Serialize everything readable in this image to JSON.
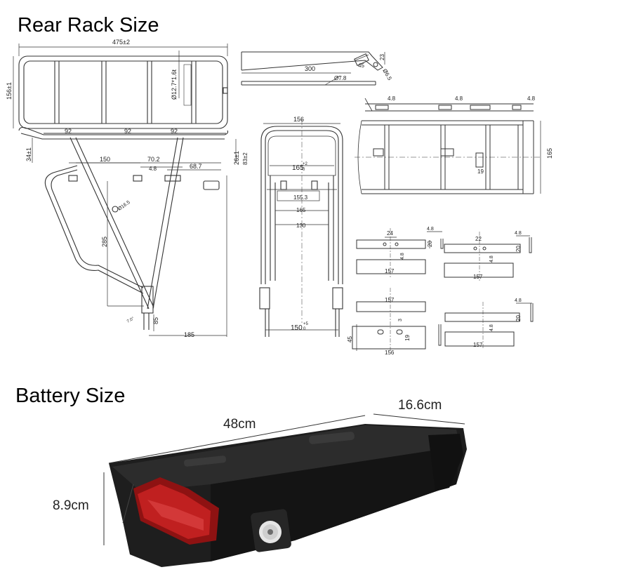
{
  "titles": {
    "rear_rack": "Rear Rack Size",
    "battery": "Battery Size"
  },
  "rack_top_view": {
    "overall_length": "475±2",
    "overall_width": "156±1",
    "tube_diameter": "Ø12.7*1.6t",
    "spacing": [
      "92",
      "92",
      "92"
    ]
  },
  "rack_side_view": {
    "height_front": "34±1",
    "offset": "26±1",
    "small_height": "83±2",
    "lengths": [
      "150",
      "70.2",
      "68.7"
    ],
    "hole": "4.8",
    "diameter": "Ø16.5",
    "strut": "285",
    "base": "185",
    "angle": "7.0°",
    "foot": "85"
  },
  "strut_detail": {
    "length": "300",
    "diameter_1": "Ø7.8",
    "diameter_2": "Ø6.5",
    "tab": "45",
    "tab_2": "23"
  },
  "rack_front_view": {
    "top_width": "156",
    "inner_width": "165",
    "inner_tol": "+2",
    "inner_tol_low": "0",
    "plate_width": "155.3",
    "width_165": "165",
    "width_130": "130",
    "bottom_width": "150",
    "bottom_tol": "+5",
    "bottom_tol_low": "0"
  },
  "rack_plan_view": {
    "hole_1": "4.8",
    "hole_2": "4.8",
    "hole_3": "4.8",
    "width": "165",
    "gap": "19"
  },
  "brackets": {
    "b1": {
      "w": "24",
      "h": "20",
      "hole": "4.8",
      "side": "4.8",
      "base": "157"
    },
    "b2": {
      "w": "22",
      "h": "20",
      "hole": "4.8",
      "side": "4.8",
      "base": "157"
    },
    "b3": {
      "top": "157",
      "gap": "3",
      "w": "156",
      "h": "45",
      "slot": "19"
    },
    "b4": {
      "h": "20",
      "hole": "4.8",
      "side": "4.8",
      "base": "157"
    }
  },
  "battery": {
    "length": "48cm",
    "width": "16.6cm",
    "height": "8.9cm"
  }
}
